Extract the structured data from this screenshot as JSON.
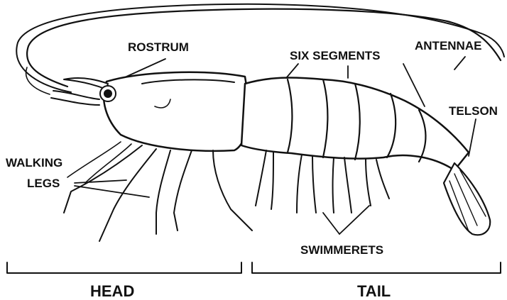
{
  "labels": {
    "rostrum": "ROSTRUM",
    "six_segments": "SIX SEGMENTS",
    "antennae": "ANTENNAE",
    "telson": "TELSON",
    "walking_legs_line1": "WALKING",
    "walking_legs_line2": "LEGS",
    "swimmerets": "SWIMMERETS",
    "head": "HEAD",
    "tail": "TAIL"
  },
  "colors": {
    "ink": "#111111",
    "background": "#ffffff"
  }
}
